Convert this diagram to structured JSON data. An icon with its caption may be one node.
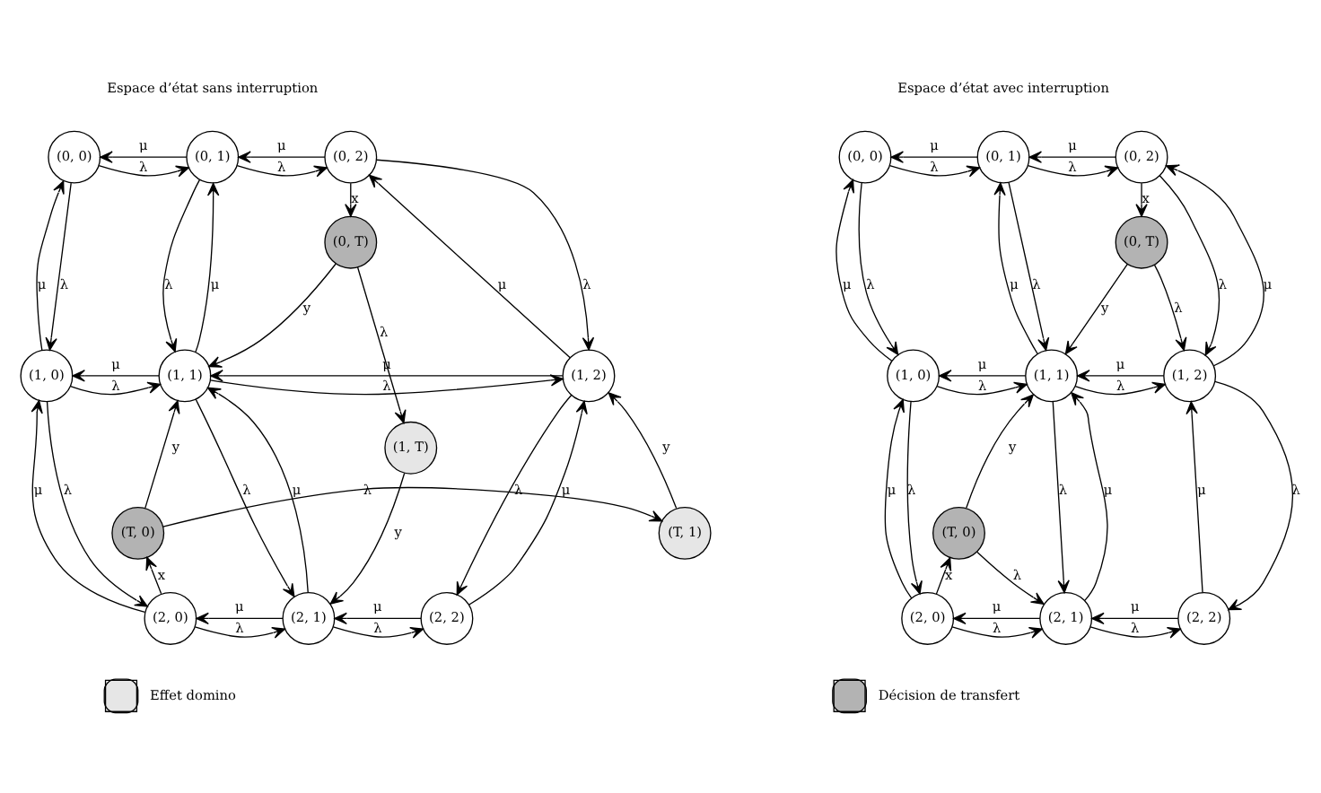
{
  "diagram": {
    "nodes": [
      {
        "text": [
          "(0, 0)"
        ]
      },
      {
        "text": [
          "(0, 1)"
        ]
      },
      {
        "text": [
          "(0, 2)"
        ]
      },
      {
        "text": [
          "(1, 0)"
        ]
      },
      {
        "text": [
          "(1, 1)"
        ]
      },
      {
        "text": [
          "(1, 2)"
        ]
      },
      {
        "text": [
          "(2, 0)"
        ]
      },
      {
        "text": [
          "(2, 1)"
        ]
      },
      {
        "text": [
          "(2, 2)"
        ]
      },
      {
        "text": [
          "(0, T)"
        ]
      },
      {
        "text": [
          "(1, T)"
        ]
      },
      {
        "text": [
          "(T, 0)"
        ]
      },
      {
        "text": [
          "(T, 1)"
        ]
      },
      {
        "text": [
          "(0, 0)"
        ]
      },
      {
        "text": [
          "(0, 1)"
        ]
      },
      {
        "text": [
          "(0, 2)"
        ]
      },
      {
        "text": [
          "(1, 0)"
        ]
      },
      {
        "text": [
          "(1, 1)"
        ]
      },
      {
        "text": [
          "(1, 2)"
        ]
      },
      {
        "text": [
          "(2, 0)"
        ]
      },
      {
        "text": [
          "(2, 1)"
        ]
      },
      {
        "text": [
          "(2, 2)"
        ]
      },
      {
        "text": [
          "(0, T)"
        ]
      },
      {
        "text": [
          "(T, 0)"
        ]
      }
    ],
    "edges": [
      {
        "from": 0,
        "to": 1,
        "arrow": "to",
        "label": "λ"
      },
      {
        "from": 1,
        "to": 0,
        "arrow": "to",
        "label": "μ"
      },
      {
        "from": 1,
        "to": 2,
        "arrow": "to",
        "label": "λ"
      },
      {
        "from": 2,
        "to": 1,
        "arrow": "to",
        "label": "μ"
      },
      {
        "from": 0,
        "to": 3,
        "arrow": "to",
        "label": "λ"
      },
      {
        "from": 3,
        "to": 0,
        "arrow": "to",
        "label": "μ"
      },
      {
        "from": 1,
        "to": 4,
        "arrow": "to",
        "label": "λ"
      },
      {
        "from": 4,
        "to": 1,
        "arrow": "to",
        "label": "μ"
      },
      {
        "from": 2,
        "to": 9,
        "arrow": "to",
        "label": "x"
      },
      {
        "from": 9,
        "to": 4,
        "arrow": "to",
        "label": "y"
      },
      {
        "from": 9,
        "to": 10,
        "arrow": "to",
        "label": "λ"
      },
      {
        "from": 2,
        "to": 5,
        "arrow": "to",
        "label": "λ"
      },
      {
        "from": 5,
        "to": 2,
        "arrow": "to",
        "label": "μ"
      },
      {
        "from": 3,
        "to": 4,
        "arrow": "to",
        "label": "λ"
      },
      {
        "from": 4,
        "to": 3,
        "arrow": "to",
        "label": "μ"
      },
      {
        "from": 4,
        "to": 5,
        "arrow": "to",
        "label": "λ"
      },
      {
        "from": 5,
        "to": 4,
        "arrow": "to",
        "label": "μ"
      },
      {
        "from": 11,
        "to": 4,
        "arrow": "to",
        "label": "y"
      },
      {
        "from": 12,
        "to": 5,
        "arrow": "to",
        "label": "y"
      },
      {
        "from": 3,
        "to": 6,
        "arrow": "to",
        "label": "λ"
      },
      {
        "from": 6,
        "to": 3,
        "arrow": "to",
        "label": "μ"
      },
      {
        "from": 4,
        "to": 7,
        "arrow": "to",
        "label": "λ"
      },
      {
        "from": 7,
        "to": 4,
        "arrow": "to",
        "label": "μ"
      },
      {
        "from": 11,
        "to": 12,
        "arrow": "to",
        "label": "λ"
      },
      {
        "from": 10,
        "to": 7,
        "arrow": "to",
        "label": "y"
      },
      {
        "from": 5,
        "to": 8,
        "arrow": "to",
        "label": "λ"
      },
      {
        "from": 8,
        "to": 5,
        "arrow": "to",
        "label": "μ"
      },
      {
        "from": 6,
        "to": 11,
        "arrow": "to",
        "label": "x"
      },
      {
        "from": 6,
        "to": 7,
        "arrow": "to",
        "label": "λ"
      },
      {
        "from": 7,
        "to": 6,
        "arrow": "to",
        "label": "μ"
      },
      {
        "from": 7,
        "to": 8,
        "arrow": "to",
        "label": "λ"
      },
      {
        "from": 8,
        "to": 7,
        "arrow": "to",
        "label": "μ"
      },
      {
        "from": 13,
        "to": 14,
        "arrow": "to",
        "label": "λ"
      },
      {
        "from": 14,
        "to": 13,
        "arrow": "to",
        "label": "μ"
      },
      {
        "from": 14,
        "to": 15,
        "arrow": "to",
        "label": "λ"
      },
      {
        "from": 15,
        "to": 14,
        "arrow": "to",
        "label": "μ"
      },
      {
        "from": 13,
        "to": 16,
        "arrow": "to",
        "label": "λ"
      },
      {
        "from": 16,
        "to": 13,
        "arrow": "to",
        "label": "μ"
      },
      {
        "from": 14,
        "to": 17,
        "arrow": "to",
        "label": "λ"
      },
      {
        "from": 17,
        "to": 14,
        "arrow": "to",
        "label": "μ"
      },
      {
        "from": 15,
        "to": 22,
        "arrow": "to",
        "label": "x"
      },
      {
        "from": 22,
        "to": 17,
        "arrow": "to",
        "label": "y"
      },
      {
        "from": 22,
        "to": 18,
        "arrow": "to",
        "label": "λ"
      },
      {
        "from": 15,
        "to": 18,
        "arrow": "to",
        "label": "λ"
      },
      {
        "from": 18,
        "to": 15,
        "arrow": "to",
        "label": "μ"
      },
      {
        "from": 16,
        "to": 17,
        "arrow": "to",
        "label": "λ"
      },
      {
        "from": 17,
        "to": 16,
        "arrow": "to",
        "label": "μ"
      },
      {
        "from": 17,
        "to": 18,
        "arrow": "to",
        "label": "λ"
      },
      {
        "from": 18,
        "to": 17,
        "arrow": "to",
        "label": "μ"
      },
      {
        "from": 23,
        "to": 17,
        "arrow": "to",
        "label": "y"
      },
      {
        "from": 16,
        "to": 19,
        "arrow": "to",
        "label": "λ"
      },
      {
        "from": 19,
        "to": 16,
        "arrow": "to",
        "label": "μ"
      },
      {
        "from": 17,
        "to": 20,
        "arrow": "to",
        "label": "λ"
      },
      {
        "from": 20,
        "to": 17,
        "arrow": "to",
        "label": "μ"
      },
      {
        "from": 23,
        "to": 20,
        "arrow": "to",
        "label": "λ"
      },
      {
        "from": 18,
        "to": 21,
        "arrow": "to",
        "label": "λ"
      },
      {
        "from": 21,
        "to": 18,
        "arrow": "to",
        "label": "μ"
      },
      {
        "from": 19,
        "to": 23,
        "arrow": "to",
        "label": "x"
      },
      {
        "from": 19,
        "to": 20,
        "arrow": "to",
        "label": "λ"
      },
      {
        "from": 20,
        "to": 19,
        "arrow": "to",
        "label": "μ"
      },
      {
        "from": 20,
        "to": 21,
        "arrow": "to",
        "label": "λ"
      },
      {
        "from": 21,
        "to": 20,
        "arrow": "to",
        "label": "μ"
      }
    ],
    "labels": [
      "Espace d’état sans interruption",
      "Espace d’état avec interruption"
    ],
    "legend": [
      {
        "text": "Effet domino",
        "color": "#e6e6e6"
      },
      {
        "text": "Décision de transfert",
        "color": "#b3b3b3"
      }
    ]
  }
}
